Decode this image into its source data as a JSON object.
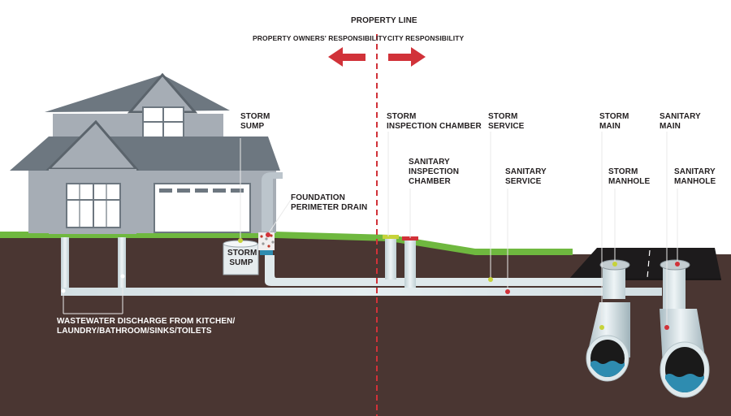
{
  "labels": {
    "property_line": "PROPERTY LINE",
    "owners_responsibility": "PROPERTY OWNERS' RESPONSIBILITY",
    "city_responsibility": "CITY RESPONSIBILITY",
    "storm_sump_top": [
      "STORM",
      "SUMP"
    ],
    "storm_sump_box": [
      "STORM",
      "SUMP"
    ],
    "foundation_drain": [
      "FOUNDATION",
      "PERIMETER DRAIN"
    ],
    "storm_inspection_chamber": [
      "STORM",
      "INSPECTION CHAMBER"
    ],
    "sanitary_inspection_chamber": [
      "SANITARY",
      "INSPECTION",
      "CHAMBER"
    ],
    "storm_service": [
      "STORM",
      "SERVICE"
    ],
    "sanitary_service": [
      "SANITARY",
      "SERVICE"
    ],
    "storm_main": [
      "STORM",
      "MAIN"
    ],
    "sanitary_main": [
      "SANITARY",
      "MAIN"
    ],
    "storm_manhole": [
      "STORM",
      "MANHOLE"
    ],
    "sanitary_manhole": [
      "SANITARY",
      "MANHOLE"
    ],
    "wastewater": [
      "WASTEWATER DISCHARGE FROM KITCHEN/",
      "LAUNDRY/BATHROOM/SINKS/TOILETS"
    ]
  },
  "colors": {
    "soil": "#4a3632",
    "grass": "#6fb83f",
    "pipe": "#dfe9ec",
    "house": "#a6adb5",
    "roof": "#6d7780",
    "arrow": "#d13239",
    "storm_dot": "#c6d33a",
    "sanitary_dot": "#d1323a",
    "water": "#2e8cb0",
    "road": "#1d1b1c"
  },
  "icons": {
    "left_arrow": "arrow-left-icon",
    "right_arrow": "arrow-right-icon",
    "house": "house-icon"
  }
}
